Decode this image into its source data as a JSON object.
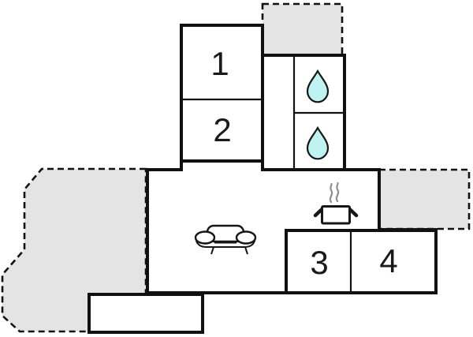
{
  "plan": {
    "kind": "floor-plan",
    "rooms": [
      {
        "label": "1"
      },
      {
        "label": "2"
      },
      {
        "label": "3"
      },
      {
        "label": "4"
      }
    ],
    "icons": {
      "bathroom_upper": "water-drop-icon",
      "bathroom_lower": "water-drop-icon",
      "living_area": "sofa-icon",
      "kitchen": "cooking-pot-icon",
      "kitchen_steam": "steam-icon"
    },
    "colors": {
      "wall": "#111111",
      "terrace_fill": "#e4e4e4",
      "room_fill": "#ffffff",
      "water_drop_fill": "#bff3f1",
      "steam": "#8f8f8f",
      "label_text": "#1a1a1a",
      "background": "#ffffff"
    }
  }
}
